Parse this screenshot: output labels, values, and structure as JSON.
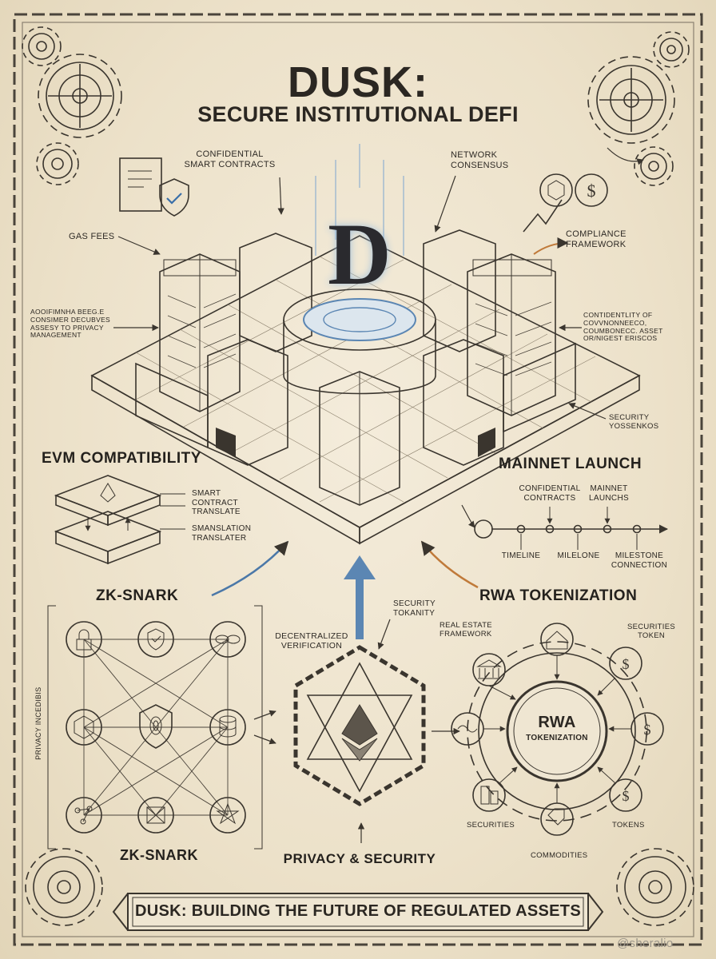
{
  "header": {
    "title": "DUSK:",
    "subtitle": "SECURE INSTITUTIONAL DEFI"
  },
  "top_labels": {
    "confidential_smart_contracts": "CONFIDENTIAL\nSMART CONTRACTS",
    "network_consensus": "NETWORK\nCONSENSUS",
    "gas_fees": "GAS FEES",
    "compliance_framework": "COMPLIANCE\nFRAMEWORK",
    "left_note": "AOOIFIMNHA BEEG.E\nCONSIMER DECUBVES\nASSESY TO PRIVACY\nMANAGEMENT",
    "right_note": "CONTIDENTLITY OF\nCOVVNONNEECO,\nCOUMBONECC. ASSET\nOR/NIGEST ERISCOS",
    "security": "SECURITY\nYOSSENKOS",
    "center_logo": "D"
  },
  "evm": {
    "title": "EVM COMPATIBILITY",
    "label_1": "SMART\nCONTRACT\nTRANSLATE",
    "label_2": "SMANSLATION\nTRANSLATER"
  },
  "mainnet": {
    "title": "MAINNET LAUNCH",
    "top_labels": [
      "CONFIDENTIAL\nCONTRACTS",
      "MAINNET\nLAUNCHS"
    ],
    "bottom_labels": [
      "TIMELINE",
      "MILELONE",
      "MILESTONE\nCONNECTION"
    ]
  },
  "zk": {
    "title_top": "ZK-SNARK",
    "title_bottom": "ZK-SNARK",
    "side_label": "PRIVACY INCEDIBIS"
  },
  "center_bottom": {
    "security_tokanity": "SECURITY\nTOKANITY",
    "decentralized_verification": "DECENTRALIZED\nVERIFICATION",
    "privacy_security": "PRIVACY & SECURITY"
  },
  "rwa": {
    "title": "RWA TOKENIZATION",
    "hub_title": "RWA",
    "hub_subtitle": "TOKENIZATION",
    "real_estate": "REAL ESTATE\nFRAMEWORK",
    "securities_token": "SECURITIES\nTOKEN",
    "securities": "SECURITIES",
    "tokens": "TOKENS",
    "commodities": "COMMODITIES"
  },
  "footer": {
    "banner": "DUSK: BUILDING THE FUTURE OF REGULATED ASSETS",
    "watermark": "@sheralio"
  }
}
